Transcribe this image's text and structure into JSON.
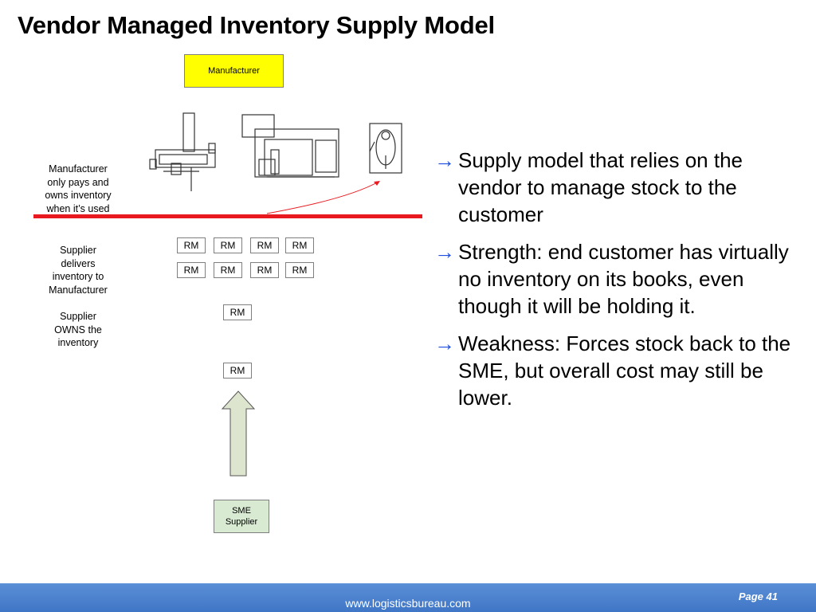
{
  "slide": {
    "title": "Vendor Managed Inventory Supply Model",
    "page_label": "Page 41",
    "website": "www.logisticsbureau.com"
  },
  "diagram": {
    "manufacturer_label": "Manufacturer",
    "sme_label": "SME\nSupplier",
    "manufacturer_note": "Manufacturer\nonly pays and\nowns inventory\nwhen it’s used",
    "supplier_delivers_note": "Supplier\ndelivers\ninventory to\nManufacturer",
    "supplier_owns_note": "Supplier\nOWNS the\ninventory",
    "rm_label": "RM",
    "colors": {
      "manufacturer_fill": "#ffff00",
      "sme_fill": "#d9ead3",
      "divider": "#e8191f",
      "bullet_arrow": "#1f4fe0"
    }
  },
  "bullets": [
    {
      "arrow": "→",
      "text": "Supply model that relies on the vendor to manage stock to the customer"
    },
    {
      "arrow": "→",
      "text": "Strength: end customer has virtually no inventory on its books, even though it will be holding it."
    },
    {
      "arrow": "→",
      "text": "Weakness: Forces stock back to the SME, but overall cost may still be lower."
    }
  ]
}
